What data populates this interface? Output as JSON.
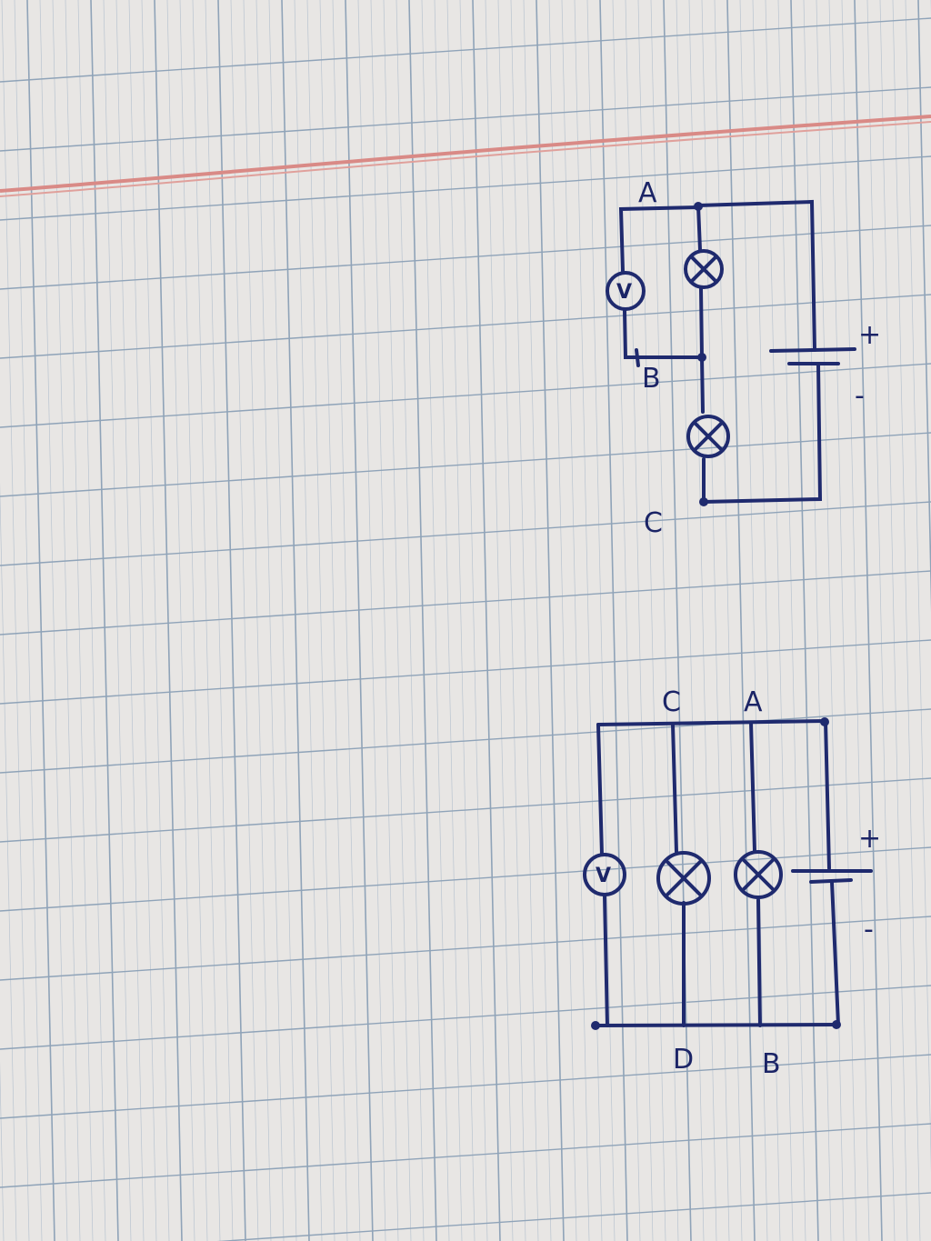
{
  "paper": {
    "background": "#e8e6e4",
    "grid_color": "#8fa3b8",
    "fine_grid_color": "#b9c4d0",
    "margin_line_color": "#d98a86",
    "ink_color": "#1f2a6e"
  },
  "circuit_top": {
    "labels": {
      "A": "A",
      "B": "B",
      "C": "C",
      "plus": "+",
      "minus": "-"
    },
    "symbols": {
      "lamp1": "⊗",
      "lamp2": "⊗",
      "voltmeter": "V"
    },
    "components": [
      "battery-icon",
      "lamp-icon",
      "lamp-icon",
      "voltmeter-icon"
    ]
  },
  "circuit_bottom": {
    "labels": {
      "A": "A",
      "B": "B",
      "C": "C",
      "D": "D",
      "plus": "+",
      "minus": "-"
    },
    "symbols": {
      "lamp1": "⊗",
      "lamp2": "⊗",
      "voltmeter": "V"
    },
    "components": [
      "battery-icon",
      "lamp-icon",
      "lamp-icon",
      "voltmeter-icon"
    ]
  }
}
